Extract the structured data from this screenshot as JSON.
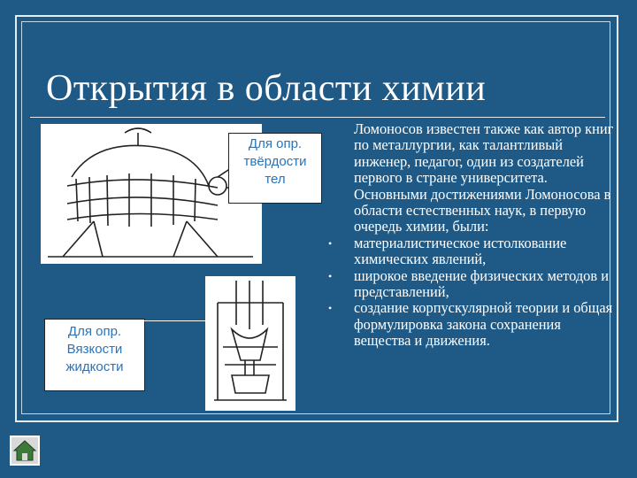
{
  "slide": {
    "title": "Открытия в области химии"
  },
  "callouts": {
    "solid": {
      "lines": [
        "Для опр.",
        "твёрдости",
        "тел"
      ]
    },
    "liquid": {
      "lines": [
        "Для опр.",
        "Вязкости",
        "жидкости"
      ]
    }
  },
  "body": {
    "intro": "Ломоносов известен также как автор книг по металлургии, как талантливый инженер, педагог, один из создателей первого в стране университета. Основными достижениями Ломоносова в области естественных наук, в первую очередь химии, были:",
    "bullets": [
      "материалистическое истолкование химических явлений,",
      "широкое введение физических методов и представлений,",
      "создание корпускулярной теории и общая формулировка закона сохранения вещества и движения."
    ]
  },
  "nav": {
    "icon": "home-icon"
  },
  "colors": {
    "background": "#1f5a86",
    "callout_text": "#2c73b8"
  }
}
